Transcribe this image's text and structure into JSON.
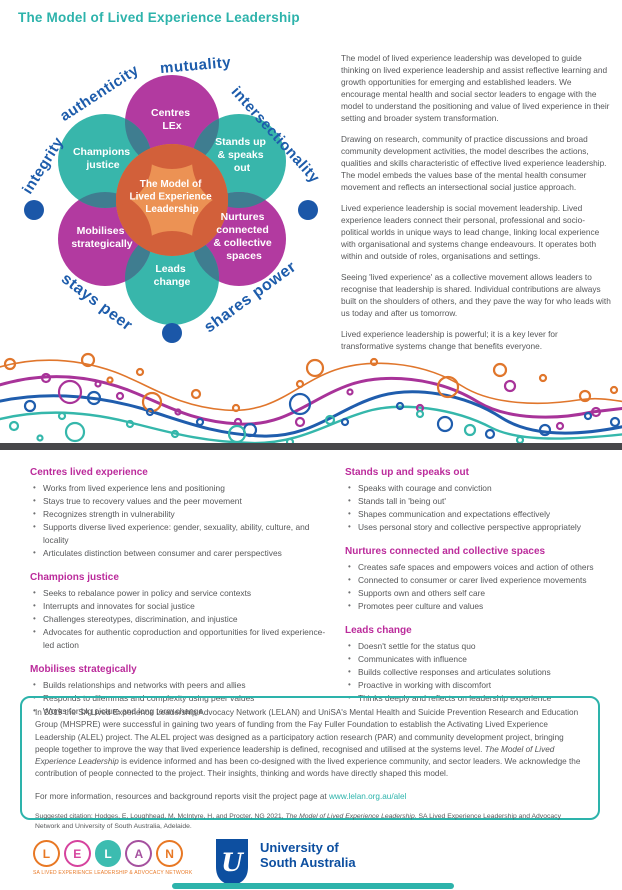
{
  "title": "The Model of Lived Experience Leadership",
  "diagram": {
    "center_lines": [
      "The Model of",
      "Lived Experience",
      "Leadership"
    ],
    "petals": {
      "top": [
        "Centres",
        "LEx"
      ],
      "upper_left": [
        "Champions",
        "justice"
      ],
      "upper_right": [
        "Stands up",
        "& speaks",
        "out"
      ],
      "lower_left": [
        "Mobilises",
        "strategically"
      ],
      "lower_right": [
        "Nurtures",
        "connected",
        "& collective",
        "spaces"
      ],
      "bottom": [
        "Leads",
        "change"
      ]
    },
    "values": {
      "integrity": "integrity",
      "authenticity": "authenticity",
      "mutuality": "mutuality",
      "intersectionality": "intersectionality",
      "stays_peer": "stays peer",
      "shares_power": "shares power"
    }
  },
  "intro": {
    "paragraphs": [
      "The model of lived experience leadership was developed to guide thinking on lived experience leadership and assist reflective learning and growth opportunities for emerging and established leaders. We encourage mental health and social sector leaders to engage with the model to understand the positioning and value of lived experience in their setting and broader system transformation.",
      "Drawing on research, community of practice discussions and broad community development activities, the model describes the actions, qualities and skills characteristic of effective lived experience leadership. The model embeds the values base of the mental health consumer movement and reflects an intersectional social justice approach.",
      "Lived experience leadership is social movement leadership. Lived experience leaders connect their personal, professional and socio-political worlds in unique ways to lead change, linking local experience with organisational and systems change endeavours. It operates both within and outside of roles, organisations and settings.",
      "Seeing 'lived experience' as a collective movement allows leaders to recognise that leadership is shared. Individual contributions are always built on the shoulders of others, and they pave the way for who leads with us today and after us tomorrow.",
      "Lived experience leadership is powerful; it is a key lever for transformative systems change that benefits everyone."
    ]
  },
  "sections": {
    "left": [
      {
        "heading": "Centres lived experience",
        "bullets": [
          "Works from lived experience lens and positioning",
          "Stays true to recovery values and the peer movement",
          "Recognizes strength in vulnerability",
          "Supports diverse lived experience: gender, sexuality, ability, culture, and locality",
          "Articulates distinction between consumer and carer perspectives"
        ]
      },
      {
        "heading": "Champions justice",
        "bullets": [
          "Seeks to rebalance power in policy and service contexts",
          "Interrupts and innovates for social justice",
          "Challenges stereotypes, discrimination, and injustice",
          "Advocates for authentic coproduction and opportunities for lived experience-led action"
        ]
      },
      {
        "heading": "Mobilises strategically",
        "bullets": [
          "Builds relationships and networks with peers and allies",
          "Responds to dilemmas and complexity using peer values",
          "Works for big picture and long term change"
        ]
      }
    ],
    "right": [
      {
        "heading": "Stands up and speaks out",
        "bullets": [
          "Speaks with courage and conviction",
          "Stands tall in 'being out'",
          "Shapes communication and expectations effectively",
          "Uses personal story and collective perspective appropriately"
        ]
      },
      {
        "heading": "Nurtures connected and collective spaces",
        "bullets": [
          "Creates safe spaces and empowers voices and action of others",
          "Connected to consumer or carer lived experience movements",
          "Supports own and others self care",
          "Promotes peer culture and values"
        ]
      },
      {
        "heading": "Leads change",
        "bullets": [
          "Doesn't settle for the status quo",
          "Communicates with influence",
          "Builds collective responses and articulates solutions",
          "Proactive in working with discomfort",
          "Thinks deeply and reflects on leadership experience"
        ]
      }
    ]
  },
  "info_box": {
    "body_pre": "In 2019 the SA Lived Experience Leadership Advocacy Network (LELAN) and UniSA's Mental Health and Suicide Prevention Research and Education Group (MHSPRE) were successful in gaining two years of funding from the Fay Fuller Foundation to establish the Activating Lived Experience Leadership (ALEL) project. The ALEL project was designed as a participatory action research (PAR) and community development project, bringing people together to improve the way that lived experience leadership is defined, recognised and utilised at the systems level. ",
    "body_italic": "The Model of Lived Experience Leadership",
    "body_post": " is evidence informed and has been co-designed with the lived experience community, and sector leaders. We acknowledge the contribution of people connected to the project. Their insights, thinking and words have directly shaped this model.",
    "info_pre": "For more information, resources and background reports visit the project page at ",
    "link": "www.lelan.org.au/alel",
    "citation_pre": "Suggested citation: Hodges, E, Loughhead, M, McIntyre, H, and Procter, NG 2021, ",
    "citation_italic": "The Model of Lived Experience Leadership",
    "citation_post": ". SA Lived Experience Leadership and Advocacy Network and University of South Australia, Adelaide."
  },
  "logos": {
    "lelan": {
      "letters": [
        "L",
        "E",
        "L",
        "A",
        "N"
      ],
      "caption": "SA Lived Experience Leadership & Advocacy Network"
    },
    "unisa": {
      "monogram": "U",
      "line1": "University of",
      "line2": "South Australia"
    }
  },
  "colors": {
    "teal": "#2db3ab",
    "petal_teal": "#38b6ab",
    "petal_magenta": "#b23aa0",
    "center_orange": "#ec9254",
    "center_overlap": "#d2603a",
    "petal_overlap": "#3f7d90",
    "arc_blue": "#1d5cab",
    "heading_magenta": "#bb2b9b",
    "body_text": "#57585a",
    "divider_gray": "#47474a",
    "wave_orange": "#e0762c",
    "wave_magenta": "#a83399",
    "wave_blue": "#1f5dad",
    "wave_teal": "#35b7ab",
    "unisa_blue": "#0d4fa0",
    "lelan_orange": "#e87824",
    "lelan_pink": "#d6439e",
    "lelan_teal": "#3cbcb0",
    "lelan_purple": "#a5519f"
  }
}
